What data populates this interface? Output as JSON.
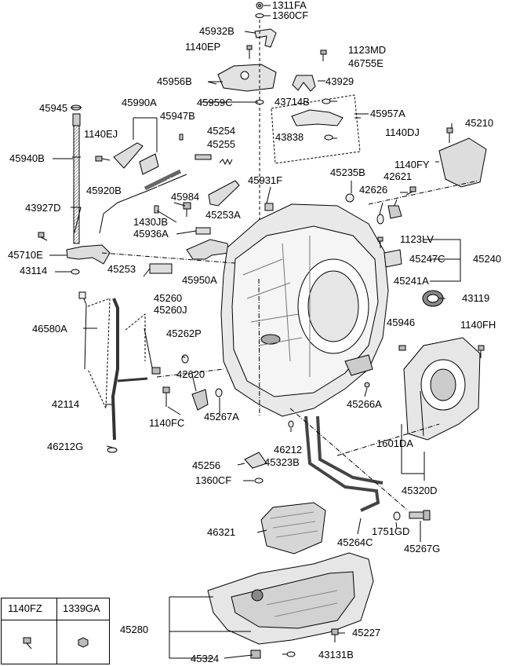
{
  "parts": [
    {
      "id": "p1311FA",
      "code": "1311FA"
    },
    {
      "id": "p1360CF_top",
      "code": "1360CF"
    },
    {
      "id": "p45932B",
      "code": "45932B"
    },
    {
      "id": "p1140EP",
      "code": "1140EP"
    },
    {
      "id": "p1123MD",
      "code": "1123MD"
    },
    {
      "id": "p46755E",
      "code": "46755E"
    },
    {
      "id": "p45956B",
      "code": "45956B"
    },
    {
      "id": "p43929",
      "code": "43929"
    },
    {
      "id": "p45945",
      "code": "45945"
    },
    {
      "id": "p45990A",
      "code": "45990A"
    },
    {
      "id": "p45959C",
      "code": "45959C"
    },
    {
      "id": "p43714B",
      "code": "43714B"
    },
    {
      "id": "p45957A",
      "code": "45957A"
    },
    {
      "id": "p45947B",
      "code": "45947B"
    },
    {
      "id": "p1140EJ",
      "code": "1140EJ"
    },
    {
      "id": "p45254",
      "code": "45254"
    },
    {
      "id": "p43838",
      "code": "43838"
    },
    {
      "id": "p1140DJ",
      "code": "1140DJ"
    },
    {
      "id": "p45210",
      "code": "45210"
    },
    {
      "id": "p45255",
      "code": "45255"
    },
    {
      "id": "p45940B",
      "code": "45940B"
    },
    {
      "id": "p1140FY",
      "code": "1140FY"
    },
    {
      "id": "p45235B",
      "code": "45235B"
    },
    {
      "id": "p42621",
      "code": "42621"
    },
    {
      "id": "p45931F",
      "code": "45931F"
    },
    {
      "id": "p45920B",
      "code": "45920B"
    },
    {
      "id": "p45984",
      "code": "45984"
    },
    {
      "id": "p42626",
      "code": "42626"
    },
    {
      "id": "p43927D",
      "code": "43927D"
    },
    {
      "id": "p45253A",
      "code": "45253A"
    },
    {
      "id": "p1430JB",
      "code": "1430JB"
    },
    {
      "id": "p45936A",
      "code": "45936A"
    },
    {
      "id": "p1123LV",
      "code": "1123LV"
    },
    {
      "id": "p45710E",
      "code": "45710E"
    },
    {
      "id": "p45247C",
      "code": "45247C"
    },
    {
      "id": "p45240",
      "code": "45240"
    },
    {
      "id": "p43114",
      "code": "43114"
    },
    {
      "id": "p45253",
      "code": "45253"
    },
    {
      "id": "p45950A",
      "code": "45950A"
    },
    {
      "id": "p45241A",
      "code": "45241A"
    },
    {
      "id": "p45260",
      "code": "45260"
    },
    {
      "id": "p45260J",
      "code": "45260J"
    },
    {
      "id": "p43119",
      "code": "43119"
    },
    {
      "id": "p45946",
      "code": "45946"
    },
    {
      "id": "p1140FH",
      "code": "1140FH"
    },
    {
      "id": "p46580A",
      "code": "46580A"
    },
    {
      "id": "p45262P",
      "code": "45262P"
    },
    {
      "id": "p42620",
      "code": "42620"
    },
    {
      "id": "p42114",
      "code": "42114"
    },
    {
      "id": "p45266A",
      "code": "45266A"
    },
    {
      "id": "p1140FC",
      "code": "1140FC"
    },
    {
      "id": "p45267A",
      "code": "45267A"
    },
    {
      "id": "p46212",
      "code": "46212"
    },
    {
      "id": "p1601DA",
      "code": "1601DA"
    },
    {
      "id": "p46212G",
      "code": "46212G"
    },
    {
      "id": "p45256",
      "code": "45256"
    },
    {
      "id": "p45323B",
      "code": "45323B"
    },
    {
      "id": "p1360CF_bot",
      "code": "1360CF"
    },
    {
      "id": "p45320D",
      "code": "45320D"
    },
    {
      "id": "p46321",
      "code": "46321"
    },
    {
      "id": "p1751GD",
      "code": "1751GD"
    },
    {
      "id": "p45264C",
      "code": "45264C"
    },
    {
      "id": "p45267G",
      "code": "45267G"
    },
    {
      "id": "p45280",
      "code": "45280"
    },
    {
      "id": "p45227",
      "code": "45227"
    },
    {
      "id": "p45324",
      "code": "45324"
    },
    {
      "id": "p43131B",
      "code": "43131B"
    }
  ],
  "legend_table": {
    "col1": "1140FZ",
    "col2": "1339GA"
  },
  "colors": {
    "line": "#000000",
    "fill": "#ffffff",
    "shade": "#cfcfcf",
    "dark": "#8a8a8a"
  }
}
